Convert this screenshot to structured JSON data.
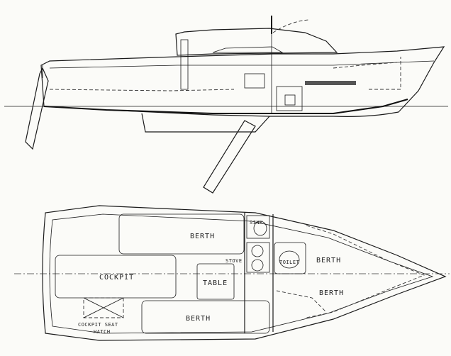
{
  "labels": {
    "berth_upper": "BERTH",
    "berth_lower": "BERTH",
    "berth_fwd_1": "BERTH",
    "berth_fwd_2": "BERTH",
    "cockpit": "COCKPIT",
    "table": "TABLE",
    "stove": "STOVE",
    "sink": "SINK",
    "toilet": "TOILET",
    "cockpit_seat_hatch_1": "COCKPIT SEAT",
    "cockpit_seat_hatch_2": "HATCH"
  }
}
